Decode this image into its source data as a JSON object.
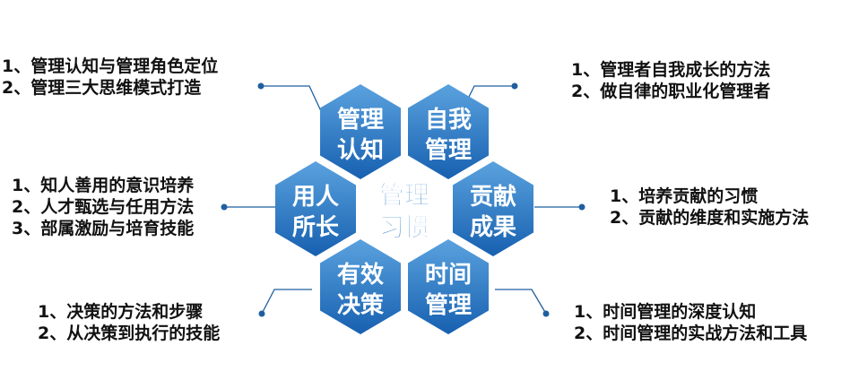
{
  "center": {
    "line1": "管理",
    "line2": "习惯"
  },
  "hexes": [
    {
      "id": "cognition",
      "line1": "管理",
      "line2": "认知"
    },
    {
      "id": "self",
      "line1": "自我",
      "line2": "管理"
    },
    {
      "id": "people",
      "line1": "用人",
      "line2": "所长"
    },
    {
      "id": "contribution",
      "line1": "贡献",
      "line2": "成果"
    },
    {
      "id": "decision",
      "line1": "有效",
      "line2": "决策"
    },
    {
      "id": "time",
      "line1": "时间",
      "line2": "管理"
    }
  ],
  "descriptions": {
    "cognition": [
      "1、管理认知与管理角色定位",
      "2、管理三大思维模式打造"
    ],
    "self": [
      "1、管理者自我成长的方法",
      "2、做自律的职业化管理者"
    ],
    "people": [
      "1、知人善用的意识培养",
      "2、人才甄选与任用方法",
      "3、部属激励与培育技能"
    ],
    "contribution": [
      "1、培养贡献的习惯",
      "2、贡献的维度和实施方法"
    ],
    "decision": [
      "1、决策的方法和步骤",
      "2、从决策到执行的技能"
    ],
    "time": [
      "1、时间管理的深度认知",
      "2、时间管理的实战方法和工具"
    ]
  },
  "colors": {
    "hex_top": "#5aa2de",
    "hex_bottom": "#1760b0",
    "connector": "#1f5fa0",
    "center_text": "#3d86c8"
  }
}
